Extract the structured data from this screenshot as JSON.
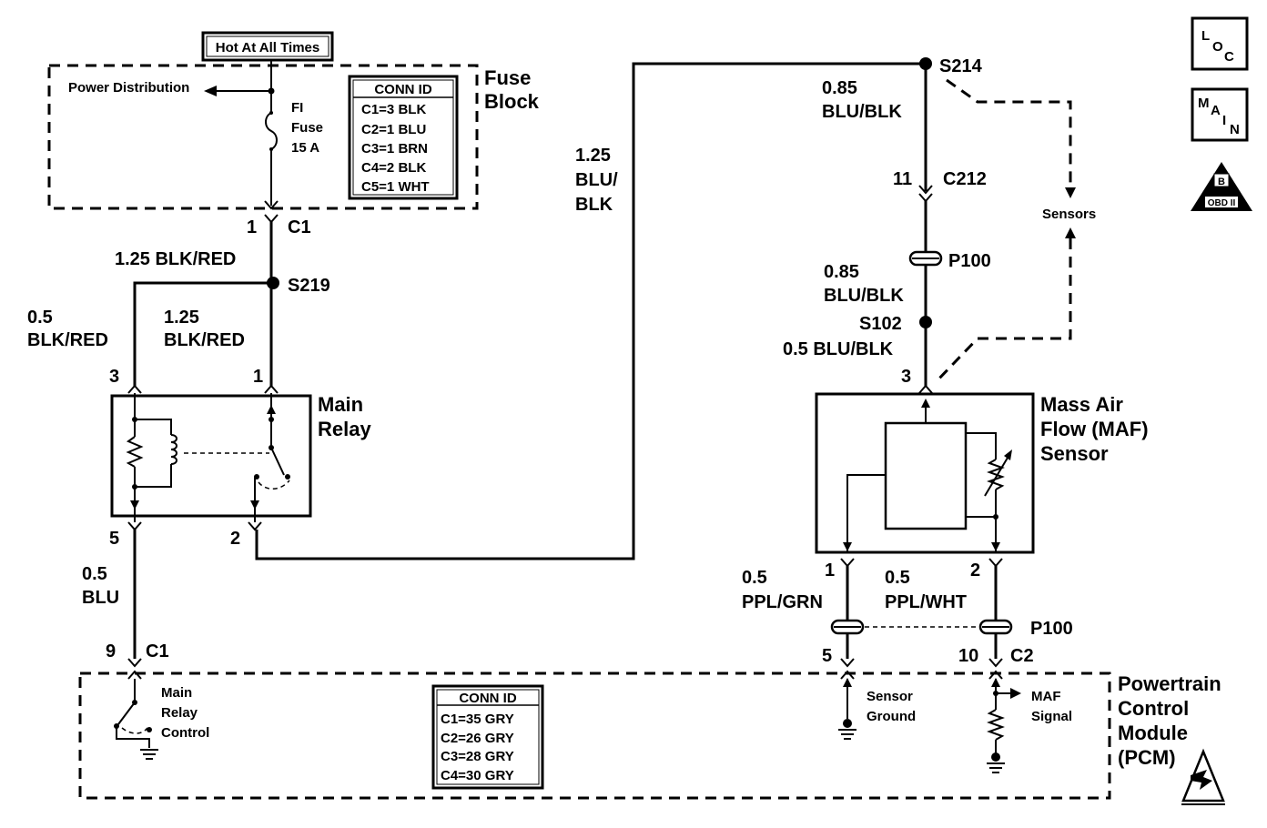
{
  "hot_at_all_times": "Hot At All Times",
  "power_distribution": "Power Distribution",
  "fuse_block": {
    "line1": "Fuse",
    "line2": "Block"
  },
  "fuse": {
    "line1": "FI",
    "line2": "Fuse",
    "line3": "15 A"
  },
  "conn_id_fuse": {
    "title": "CONN ID",
    "rows": [
      "C1=3 BLK",
      "C2=1 BLU",
      "C3=1 BRN",
      "C4=2 BLK",
      "C5=1 WHT"
    ]
  },
  "conn_id_pcm": {
    "title": "CONN ID",
    "rows": [
      "C1=35 GRY",
      "C2=26 GRY",
      "C3=28 GRY",
      "C4=30 GRY"
    ]
  },
  "connectors": {
    "c1_top_pin": "1",
    "c1_top_name": "C1",
    "s219": "S219",
    "s214": "S214",
    "s102": "S102",
    "c212_pin": "11",
    "c212_name": "C212",
    "p100_top": "P100",
    "p100_bottom": "P100",
    "relay_pin3": "3",
    "relay_pin1": "1",
    "relay_pin5": "5",
    "relay_pin2": "2",
    "c1_bottom_pin": "9",
    "c1_bottom_name": "C1",
    "maf_pin3": "3",
    "maf_pin1": "1",
    "maf_pin2": "2",
    "c2_pin5": "5",
    "c2_pin10": "10",
    "c2_name": "C2"
  },
  "wires": {
    "w1_25_blk_red_top": "1.25 BLK/RED",
    "w0_5_blk_red": {
      "line1": "0.5",
      "line2": "BLK/RED"
    },
    "w1_25_blk_red": {
      "line1": "1.25",
      "line2": "BLK/RED"
    },
    "w1_25_blu_blk": {
      "line1": "1.25",
      "line2": "BLU/",
      "line3": "BLK"
    },
    "w0_85_blu_blk_top": {
      "line1": "0.85",
      "line2": "BLU/BLK"
    },
    "w0_85_blu_blk_mid": {
      "line1": "0.85",
      "line2": "BLU/BLK"
    },
    "w0_5_blu_blk": "0.5 BLU/BLK",
    "w0_5_blu": {
      "line1": "0.5",
      "line2": "BLU"
    },
    "w0_5_ppl_grn": {
      "line1": "0.5",
      "line2": "PPL/GRN"
    },
    "w0_5_ppl_wht": {
      "line1": "0.5",
      "line2": "PPL/WHT"
    }
  },
  "components": {
    "main_relay": {
      "line1": "Main",
      "line2": "Relay"
    },
    "maf": {
      "line1": "Mass Air",
      "line2": "Flow (MAF)",
      "line3": "Sensor"
    },
    "pcm": {
      "line1": "Powertrain",
      "line2": "Control",
      "line3": "Module",
      "line4": "(PCM)"
    },
    "main_relay_control": {
      "line1": "Main",
      "line2": "Relay",
      "line3": "Control"
    },
    "sensor_ground": {
      "line1": "Sensor",
      "line2": "Ground"
    },
    "maf_signal": {
      "line1": "MAF",
      "line2": "Signal"
    },
    "sensors_label": "Sensors"
  },
  "side_icons": {
    "loc": {
      "L": "L",
      "O": "O",
      "C": "C"
    },
    "main": {
      "M": "M",
      "A": "A",
      "I": "I",
      "N": "N"
    },
    "obd": {
      "top": "B",
      "text": "OBD II"
    }
  }
}
